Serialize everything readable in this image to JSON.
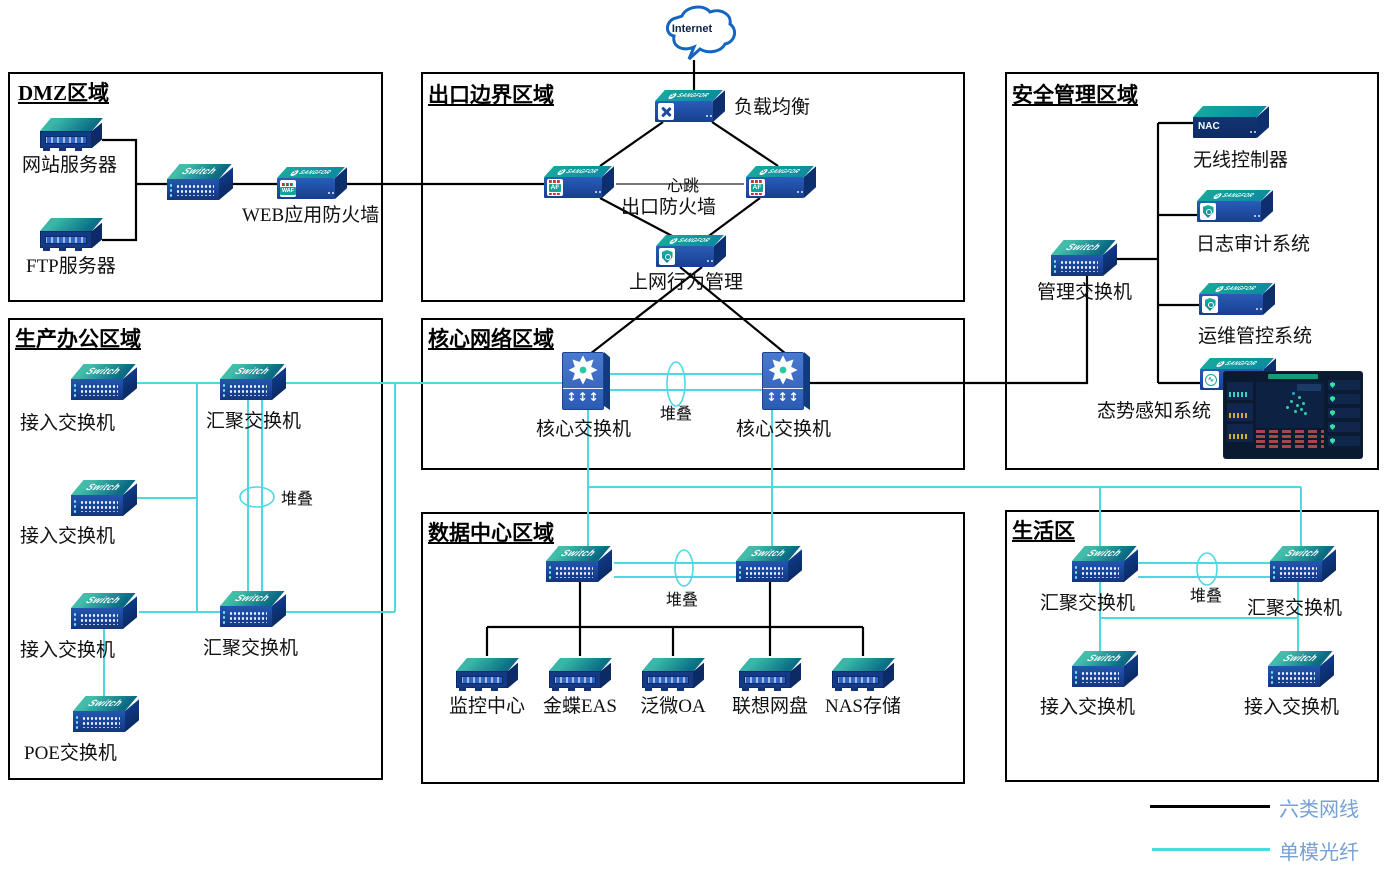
{
  "internet": {
    "label": "Internet"
  },
  "zones": {
    "dmz": {
      "title": "DMZ区域"
    },
    "egress": {
      "title": "出口边界区域"
    },
    "security": {
      "title": "安全管理区域"
    },
    "office": {
      "title": "生产办公区域"
    },
    "core": {
      "title": "核心网络区域"
    },
    "datacenter": {
      "title": "数据中心区域"
    },
    "living": {
      "title": "生活区"
    }
  },
  "labels": {
    "web_server": "网站服务器",
    "ftp_server": "FTP服务器",
    "waf": "WEB应用防火墙",
    "load_balancer": "负载均衡",
    "heartbeat": "心跳",
    "egress_firewall": "出口防火墙",
    "behavior_mgmt": "上网行为管理",
    "mgmt_switch": "管理交换机",
    "wireless_controller": "无线控制器",
    "log_audit": "日志审计系统",
    "ops_control": "运维管控系统",
    "situation_awareness": "态势感知系统",
    "access_switch": "接入交换机",
    "agg_switch": "汇聚交换机",
    "poe_switch": "POE交换机",
    "core_switch": "核心交换机",
    "stack": "堆叠",
    "monitor_center": "监控中心",
    "kingdee_eas": "金蝶EAS",
    "weaver_oa": "泛微OA",
    "lenovo_netdisk": "联想网盘",
    "nas_storage": "NAS存储"
  },
  "device_marks": {
    "switch": "Switch",
    "sangfor": "SANGFOR",
    "sangfor_initial": "S",
    "af": "AF",
    "waf": "WAF",
    "nac": "NAC",
    "core_arrows": "↕↕↕"
  },
  "legend": {
    "cat6": "六类网线",
    "fiber": "单模光纤"
  },
  "colors": {
    "cat6_line": "#000000",
    "fiber_line": "#4ED9E2",
    "heartbeat_line": "#4a4a4a",
    "device_blue": "#1e4ba0",
    "device_teal": "#14A49B",
    "legend_text": "#76A1D6"
  }
}
